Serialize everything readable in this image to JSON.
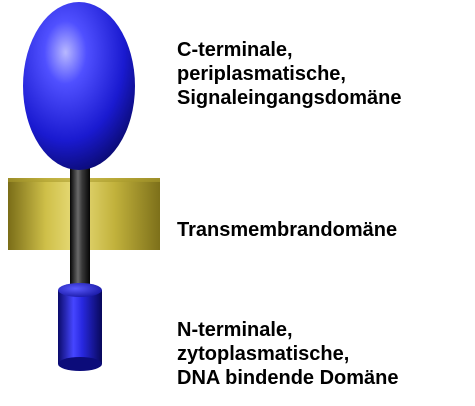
{
  "labels": {
    "c_terminal": [
      "C-terminale,",
      "periplasmatische,",
      "Signaleingangsdomäne"
    ],
    "transmembrane": [
      "Transmembrandomäne"
    ],
    "n_terminal": [
      "N-terminale,",
      "zytoplasmatische,",
      "DNA bindende Domäne"
    ]
  },
  "colors": {
    "c_domain": "#1f1fd6",
    "membrane": "#c9b83a",
    "stalk": "#1a1a1a",
    "n_domain": "#1c1cc8"
  }
}
